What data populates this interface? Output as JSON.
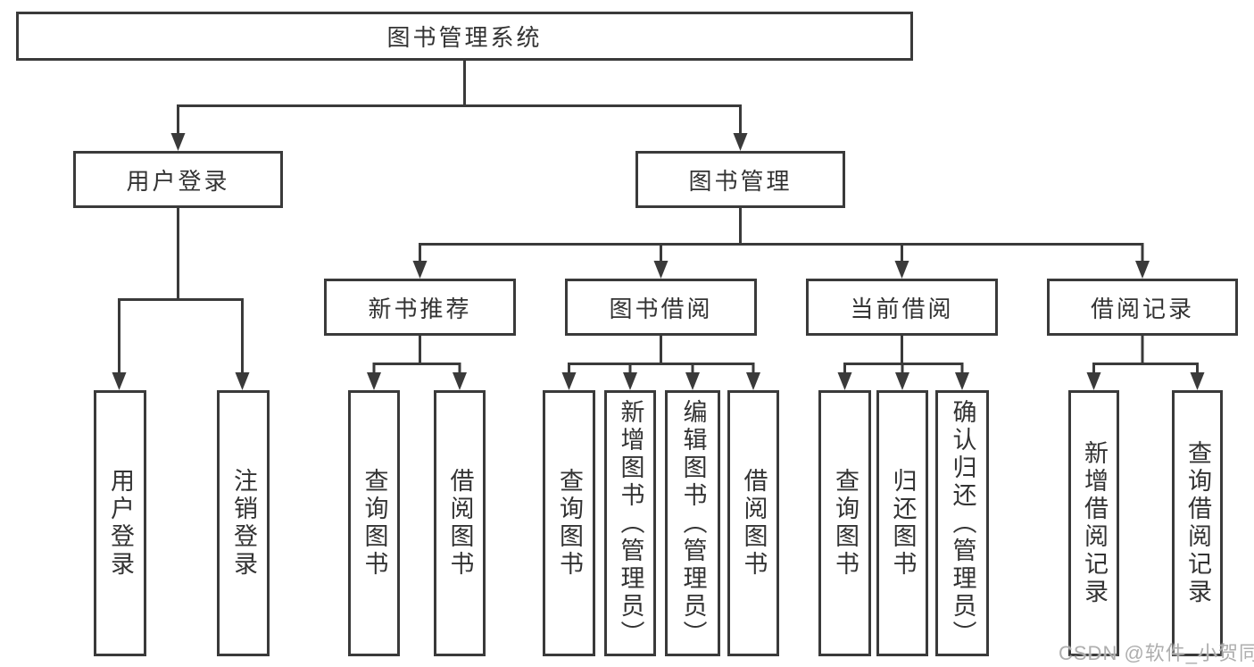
{
  "diagram": {
    "root": {
      "label": "图书管理系统"
    },
    "level2": [
      {
        "label": "用户登录"
      },
      {
        "label": "图书管理"
      }
    ],
    "level3": [
      {
        "label": "新书推荐"
      },
      {
        "label": "图书借阅"
      },
      {
        "label": "当前借阅"
      },
      {
        "label": "借阅记录"
      }
    ],
    "leaves": {
      "user_login": [
        {
          "label": "用户登录"
        },
        {
          "label": "注销登录"
        }
      ],
      "new_book": [
        {
          "label": "查询图书"
        },
        {
          "label": "借阅图书"
        }
      ],
      "book_borrow": [
        {
          "label": "查询图书"
        },
        {
          "label": "新增图书（管理员）"
        },
        {
          "label": "编辑图书（管理员）"
        },
        {
          "label": "借阅图书"
        }
      ],
      "current_borrow": [
        {
          "label": "查询图书"
        },
        {
          "label": "归还图书"
        },
        {
          "label": "确认归还（管理员）"
        }
      ],
      "borrow_record": [
        {
          "label": "新增借阅记录"
        },
        {
          "label": "查询借阅记录"
        }
      ]
    }
  },
  "watermark": {
    "text": "CSDN @软件_小贺同学"
  },
  "colors": {
    "line": "#3a3a3a",
    "box_border": "#3a3a3a",
    "text": "#333333",
    "watermark": "#aeaeae",
    "background": "#ffffff"
  }
}
